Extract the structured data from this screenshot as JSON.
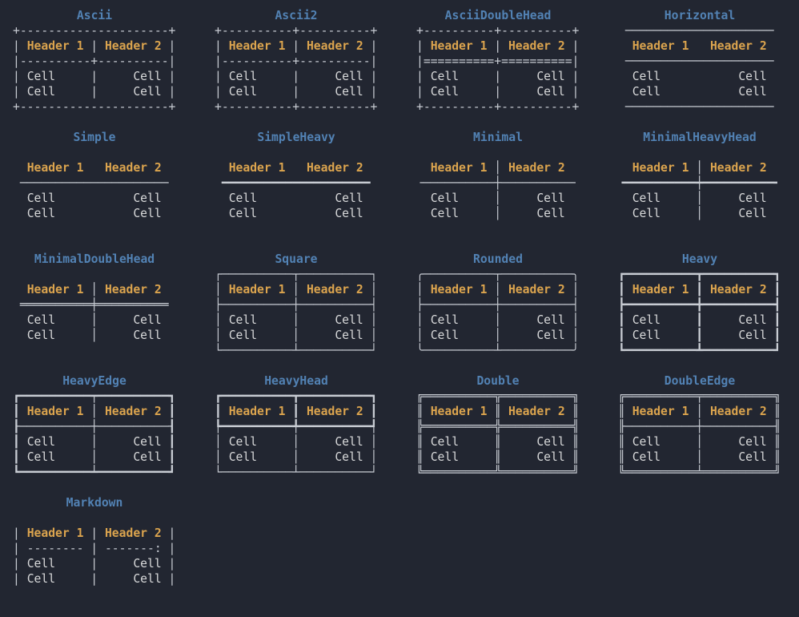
{
  "colors": {
    "background": "#222631",
    "title": "#5282b4",
    "header": "#dba44e",
    "cell": "#d8d9da",
    "border": "#c8ccd3"
  },
  "tokens": {
    "headers": [
      "Header 1",
      "Header 2"
    ],
    "cell": "Cell"
  },
  "tables": [
    {
      "title": "Ascii",
      "lines": [
        "+---------------------+",
        "| Header 1 | Header 2 |",
        "|----------+----------|",
        "| Cell     |     Cell |",
        "| Cell     |     Cell |",
        "+---------------------+"
      ]
    },
    {
      "title": "Ascii2",
      "lines": [
        "+----------+----------+",
        "| Header 1 | Header 2 |",
        "|----------+----------|",
        "| Cell     |     Cell |",
        "| Cell     |     Cell |",
        "+----------+----------+"
      ]
    },
    {
      "title": "AsciiDoubleHead",
      "lines": [
        "+----------+----------+",
        "| Header 1 | Header 2 |",
        "|==========+==========|",
        "| Cell     |     Cell |",
        "| Cell     |     Cell |",
        "+----------+----------+"
      ]
    },
    {
      "title": "Horizontal",
      "lines": [
        " ───────────────────── ",
        "  Header 1   Header 2  ",
        " ───────────────────── ",
        "  Cell           Cell  ",
        "  Cell           Cell  ",
        " ───────────────────── "
      ]
    },
    {
      "title": "Simple",
      "lines": [
        "",
        "  Header 1   Header 2  ",
        " ───────────────────── ",
        "  Cell           Cell  ",
        "  Cell           Cell  ",
        ""
      ]
    },
    {
      "title": "SimpleHeavy",
      "lines": [
        "",
        "  Header 1   Header 2  ",
        " ━━━━━━━━━━━━━━━━━━━━━ ",
        "  Cell           Cell  ",
        "  Cell           Cell  ",
        ""
      ]
    },
    {
      "title": "Minimal",
      "lines": [
        "",
        "  Header 1 │ Header 2  ",
        "╶──────────┼──────────╴",
        "  Cell     │     Cell  ",
        "  Cell     │     Cell  ",
        ""
      ]
    },
    {
      "title": "MinimalHeavyHead",
      "lines": [
        "",
        "  Header 1 │ Header 2  ",
        "╺━━━━━━━━━━┿━━━━━━━━━━╸",
        "  Cell     │     Cell  ",
        "  Cell     │     Cell  ",
        ""
      ]
    },
    {
      "title": "MinimalDoubleHead",
      "lines": [
        "",
        "  Header 1 │ Header 2  ",
        " ══════════╪══════════ ",
        "  Cell     │     Cell  ",
        "  Cell     │     Cell  ",
        ""
      ]
    },
    {
      "title": "Square",
      "lines": [
        "┌──────────┬──────────┐",
        "│ Header 1 │ Header 2 │",
        "├──────────┼──────────┤",
        "│ Cell     │     Cell │",
        "│ Cell     │     Cell │",
        "└──────────┴──────────┘"
      ]
    },
    {
      "title": "Rounded",
      "lines": [
        "╭──────────┬──────────╮",
        "│ Header 1 │ Header 2 │",
        "├──────────┼──────────┤",
        "│ Cell     │     Cell │",
        "│ Cell     │     Cell │",
        "╰──────────┴──────────╯"
      ]
    },
    {
      "title": "Heavy",
      "lines": [
        "┏━━━━━━━━━━┳━━━━━━━━━━┓",
        "┃ Header 1 ┃ Header 2 ┃",
        "┣━━━━━━━━━━╋━━━━━━━━━━┫",
        "┃ Cell     ┃     Cell ┃",
        "┃ Cell     ┃     Cell ┃",
        "┗━━━━━━━━━━┻━━━━━━━━━━┛"
      ]
    },
    {
      "title": "HeavyEdge",
      "lines": [
        "┏━━━━━━━━━━┯━━━━━━━━━━┓",
        "┃ Header 1 │ Header 2 ┃",
        "┠──────────┼──────────┨",
        "┃ Cell     │     Cell ┃",
        "┃ Cell     │     Cell ┃",
        "┗━━━━━━━━━━┷━━━━━━━━━━┛"
      ]
    },
    {
      "title": "HeavyHead",
      "lines": [
        "┏━━━━━━━━━━┳━━━━━━━━━━┓",
        "┃ Header 1 ┃ Header 2 ┃",
        "┡━━━━━━━━━━╇━━━━━━━━━━┩",
        "│ Cell     │     Cell │",
        "│ Cell     │     Cell │",
        "└──────────┴──────────┘"
      ]
    },
    {
      "title": "Double",
      "lines": [
        "╔══════════╦══════════╗",
        "║ Header 1 ║ Header 2 ║",
        "╠══════════╬══════════╣",
        "║ Cell     ║     Cell ║",
        "║ Cell     ║     Cell ║",
        "╚══════════╩══════════╝"
      ]
    },
    {
      "title": "DoubleEdge",
      "lines": [
        "╔══════════╤══════════╗",
        "║ Header 1 │ Header 2 ║",
        "╟──────────┼──────────╢",
        "║ Cell     │     Cell ║",
        "║ Cell     │     Cell ║",
        "╚══════════╧══════════╝"
      ]
    },
    {
      "title": "Markdown",
      "lines": [
        "",
        "| Header 1 | Header 2 |",
        "| -------- | -------: |",
        "| Cell     |     Cell |",
        "| Cell     |     Cell |",
        ""
      ]
    }
  ]
}
